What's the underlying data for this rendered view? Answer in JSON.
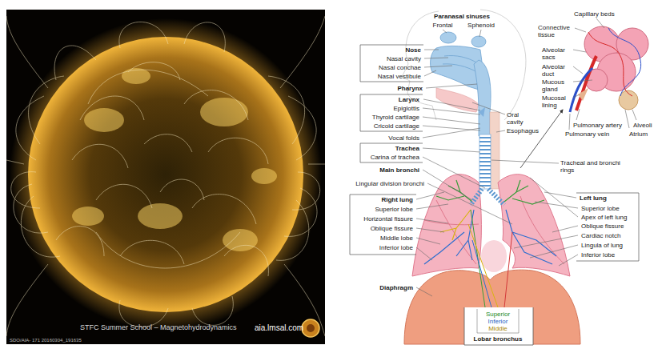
{
  "diagram": {
    "labels": [
      "STFC Summer School – Magnetohydrodynamics",
      "aia.lmsal.com",
      "SDO/AIA- 171 20160304_191635",
      "Paranasal sinuses",
      "Frontal",
      "Sphenoid",
      "Nose",
      "Nasal cavity",
      "Nasal conchae",
      "Nasal vestibule",
      "Pharynx",
      "Larynx",
      "Epiglottis",
      "Thyroid cartilage",
      "Cricoid cartilage",
      "Vocal folds",
      "Trachea",
      "Carina of trachea",
      "Main bronchi",
      "Lingular division bronchi",
      "Right lung",
      "Superior lobe",
      "Horizontal fissure",
      "Oblique fissure",
      "Middle lobe",
      "Inferior lobe",
      "Diaphragm",
      "Oral cavity",
      "Esophagus",
      "Capillary beds",
      "Connective tissue",
      "Alveolar sacs",
      "Alveolar duct",
      "Mucous gland",
      "Mucosal lining",
      "Pulmonary artery",
      "Pulmonary vein",
      "Alveoli",
      "Atrium",
      "Tracheal and bronchi rings",
      "Left lung",
      "Superior lobe",
      "Apex of left lung",
      "Oblique fissure",
      "Cardiac notch",
      "Lingula of lung",
      "Inferior lobe",
      "Superior",
      "Inferior",
      "Middle",
      "Lobar bronchus"
    ]
  }
}
